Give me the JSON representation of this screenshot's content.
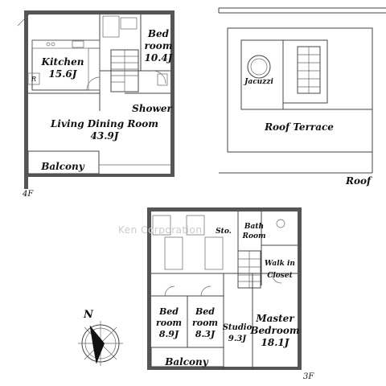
{
  "floor4": {
    "label": "4F",
    "rooms": {
      "bedroom": [
        "Bed",
        "room",
        "10.4J"
      ],
      "kitchen": [
        "Kitchen",
        "15.6J"
      ],
      "refrigerator": "R",
      "shower": "Shower",
      "living": [
        "Living Dining Room",
        "43.9J"
      ],
      "balcony": "Balcony"
    }
  },
  "roof": {
    "label": "Roof",
    "jacuzzi": "Jacuzzi",
    "terrace": "Roof  Terrace"
  },
  "floor3": {
    "label": "3F",
    "rooms": {
      "storage": "Sto.",
      "bathroom": [
        "Bath",
        "Room"
      ],
      "walkin": [
        "Walk in",
        "Closet"
      ],
      "bedroom1": [
        "Bed",
        "room",
        "8.9J"
      ],
      "bedroom2": [
        "Bed",
        "room",
        "8.3J"
      ],
      "studio": [
        "Studio",
        "9.3J"
      ],
      "master": [
        "Master",
        "Bedroom",
        "18.1J"
      ],
      "balcony": "Balcony"
    }
  },
  "compass": {
    "north": "N"
  },
  "watermark": "Ken Corporation"
}
